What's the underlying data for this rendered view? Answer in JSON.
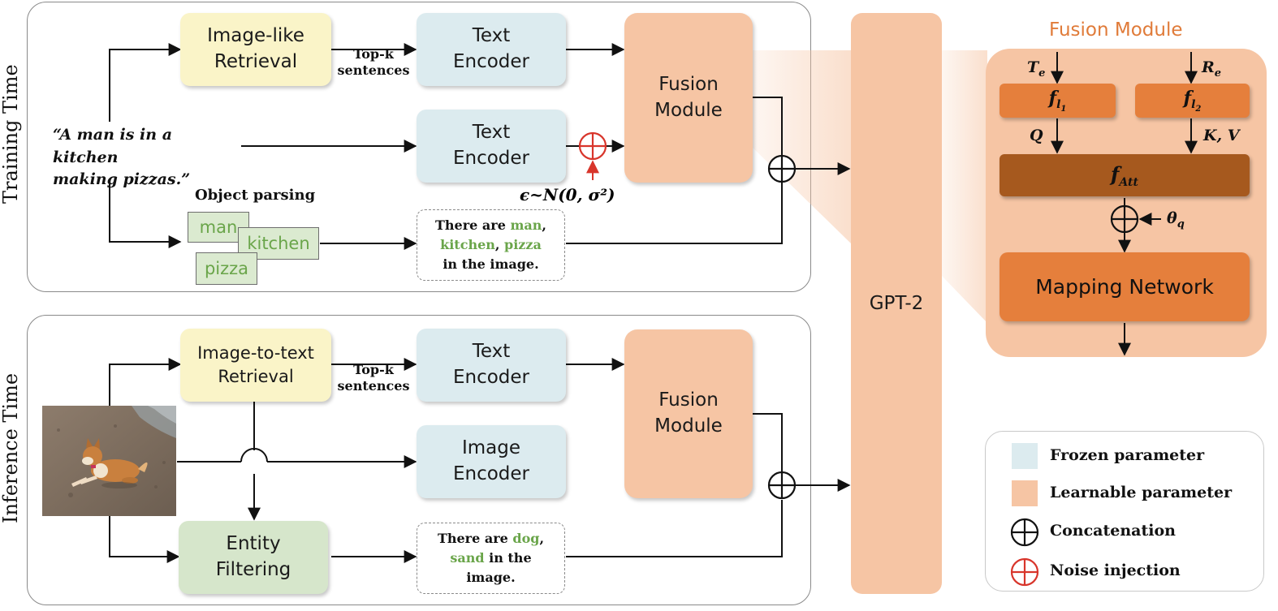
{
  "training": {
    "side_title": "Training Time",
    "retrieval_label": "Image-like\nRetrieval",
    "topk_label": "Top-k\nsentences",
    "text_encoder_label": "Text\nEncoder",
    "text_encoder2_label": "Text\nEncoder",
    "fusion_label": "Fusion\nModule",
    "caption": "“A man is in a kitchen\nmaking pizzas.”",
    "object_parsing_label": "Object parsing",
    "chips": [
      "man",
      "kitchen",
      "pizza"
    ],
    "noise_formula": "ϵ~N(0, σ²)",
    "prompt": {
      "prefix": "There are ",
      "e1": "man",
      "sep1": ",",
      "e2": "kitchen",
      "sep2": ", ",
      "e3": "pizza",
      "suffix": "in the image."
    }
  },
  "inference": {
    "side_title": "Inference Time",
    "retrieval_label": "Image-to-text\nRetrieval",
    "topk_label": "Top-k\nsentences",
    "text_encoder_label": "Text\nEncoder",
    "image_encoder_label": "Image\nEncoder",
    "fusion_label": "Fusion\nModule",
    "entity_filter_label": "Entity\nFiltering",
    "prompt": {
      "prefix": "There are ",
      "e1": "dog",
      "sep1": ",",
      "e2": "sand",
      "mid": " in the",
      "suffix": "image."
    }
  },
  "gpt_label": "GPT-2",
  "fusion_detail": {
    "title": "Fusion Module",
    "in1": "Te",
    "in2": "Re",
    "fl1": "fl1",
    "fl2": "fl2",
    "q_label": "Q",
    "kv_label": "K, V",
    "att_label": "fAtt",
    "theta_label": "θq",
    "mapping_label": "Mapping Network"
  },
  "legend": {
    "items": [
      {
        "label": "Frozen parameter",
        "color": "#dcebef"
      },
      {
        "label": "Learnable parameter",
        "color": "#f6c5a4"
      },
      {
        "label": "Concatenation",
        "icon": "concat-icon"
      },
      {
        "label": "Noise injection",
        "icon": "noise-icon",
        "color": "#d8352b"
      }
    ]
  },
  "colors": {
    "frozen": "#dcebef",
    "learnable": "#f6c5a4",
    "retrieval": "#faf4c8",
    "entity": "#d6e6cb",
    "entity_text": "#6aa54a",
    "fusion_title": "#e07b39",
    "noise": "#d8352b"
  }
}
